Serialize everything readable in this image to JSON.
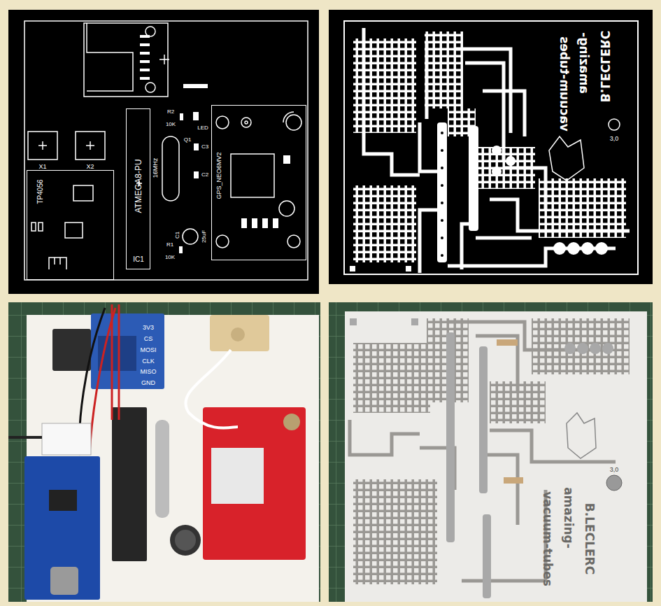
{
  "diagram": {
    "nodes": [
      {
        "text": [
          "TP4056"
        ]
      },
      {
        "text": [
          "ATMEGA8-PU",
          "IC1"
        ]
      },
      {
        "text": [
          "GPS_NEO6MV2"
        ]
      }
    ],
    "labels": [
      "X1",
      "X2",
      "R2",
      "10K",
      "LED",
      "16MHz",
      "Q1",
      "C3",
      "C2",
      "C1",
      "25uF",
      "R1",
      "10K",
      "B.LECLERC",
      "amazing-",
      "vacuum-tubes",
      "3,0",
      "3V3",
      "CS",
      "MOSI",
      "CLK",
      "MISO",
      "GND",
      "B.LECLERC",
      "amazing-",
      "vacuum-tubes",
      "3,0"
    ]
  }
}
